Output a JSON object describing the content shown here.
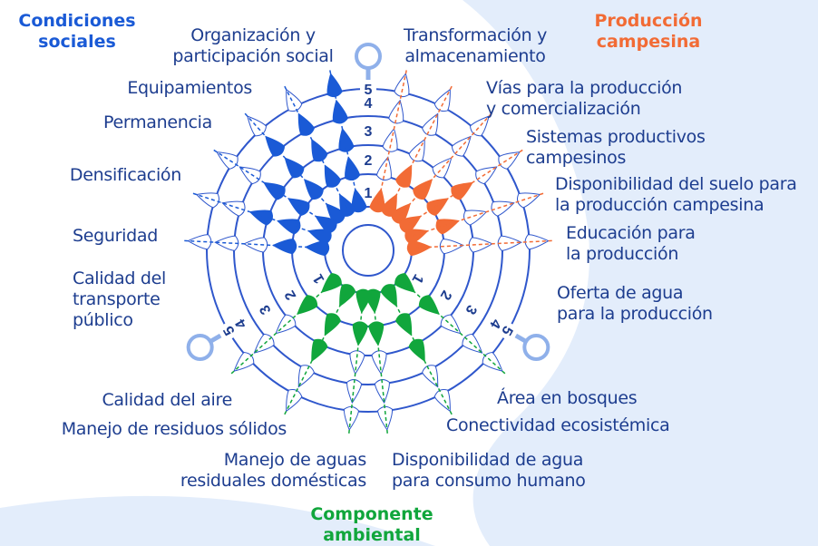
{
  "colors": {
    "social": "#1a5ad6",
    "production": "#f26b35",
    "environment": "#11a63c",
    "ring": "#2f57cc",
    "text": "#1d3d8f",
    "background": "#e3edfb"
  },
  "categories": {
    "social": "Condiciones\nsociales",
    "production": "Producción\ncampesina",
    "environment": "Componente\nambiental"
  },
  "scale": {
    "levels": [
      "1",
      "2",
      "3",
      "4",
      "5"
    ]
  },
  "indicators": {
    "social": [
      "Organización y\nparticipación social",
      "Equipamientos",
      "Permanencia",
      "Densificación",
      "Seguridad",
      "Calidad del\ntransporte\npúblico"
    ],
    "production": [
      "Transformación y\nalmacenamiento",
      "Vías para la producción\ny comercialización",
      "Sistemas productivos\ncampesinos",
      "Disponibilidad del suelo para\nla producción campesina",
      "Educación para\nla producción",
      "Oferta de agua\npara la producción"
    ],
    "environment": [
      "Área en bosques",
      "Conectividad ecosistémica",
      "Disponibilidad de agua\npara consumo humano",
      "Manejo de aguas\nresiduales domésticas",
      "Manejo de residuos sólidos",
      "Calidad del aire"
    ]
  }
}
